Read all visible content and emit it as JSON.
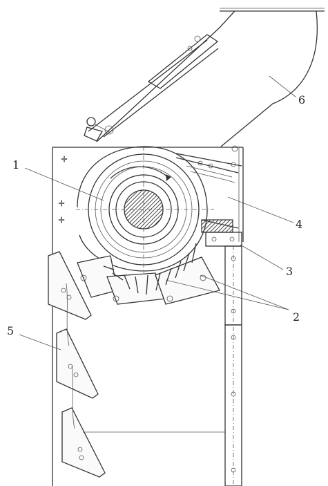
{
  "labels": {
    "l1": "1",
    "l2": "2",
    "l3": "3",
    "l4": "4",
    "l5": "5",
    "l6": "6"
  },
  "colors": {
    "stroke": "#333333",
    "hatch": "#444444",
    "background": "#ffffff"
  }
}
